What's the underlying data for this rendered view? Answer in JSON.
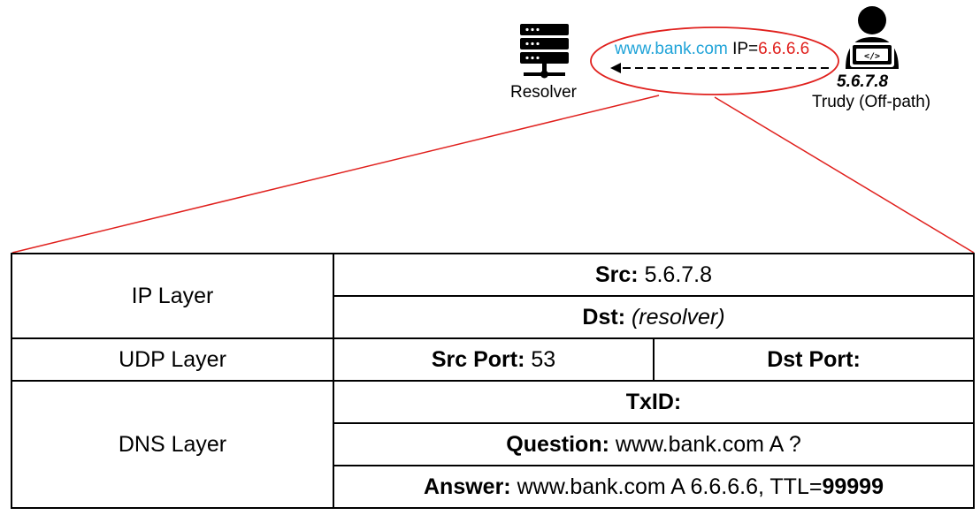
{
  "resolver": {
    "label": "Resolver",
    "icon": "server-rack-icon"
  },
  "attacker": {
    "ip": "5.6.7.8",
    "name": "Trudy (Off-path)",
    "icon": "hacker-laptop-icon"
  },
  "spoofed_message": {
    "domain": "www.bank.com",
    "ip_prefix": "IP=",
    "ip_value": "6.6.6.6"
  },
  "colors": {
    "highlight_red": "#e0201d",
    "domain_blue": "#1fa3d8"
  },
  "packet": {
    "ip_layer": {
      "label": "IP Layer",
      "src_label": "Src:",
      "src_value": "5.6.7.8",
      "dst_label": "Dst:",
      "dst_value": "(resolver)"
    },
    "udp_layer": {
      "label": "UDP Layer",
      "src_port_label": "Src Port:",
      "src_port_value": "53",
      "dst_port_label": "Dst Port:",
      "dst_port_value": ""
    },
    "dns_layer": {
      "label": "DNS Layer",
      "txid_label": "TxID:",
      "txid_value": "",
      "question_label": "Question:",
      "question_value": "www.bank.com A ?",
      "answer_label": "Answer:",
      "answer_value": "www.bank.com A 6.6.6.6, TTL=",
      "answer_ttl": "99999"
    }
  }
}
